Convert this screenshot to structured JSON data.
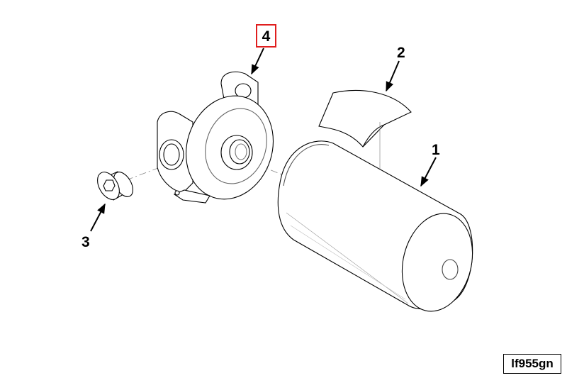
{
  "callouts": {
    "c1": "1",
    "c2": "2",
    "c3": "3",
    "c4": "4"
  },
  "reference": "lf955gn",
  "colors": {
    "highlight": "#e01e1e",
    "line": "#000000",
    "faint": "#9a9a9a"
  }
}
